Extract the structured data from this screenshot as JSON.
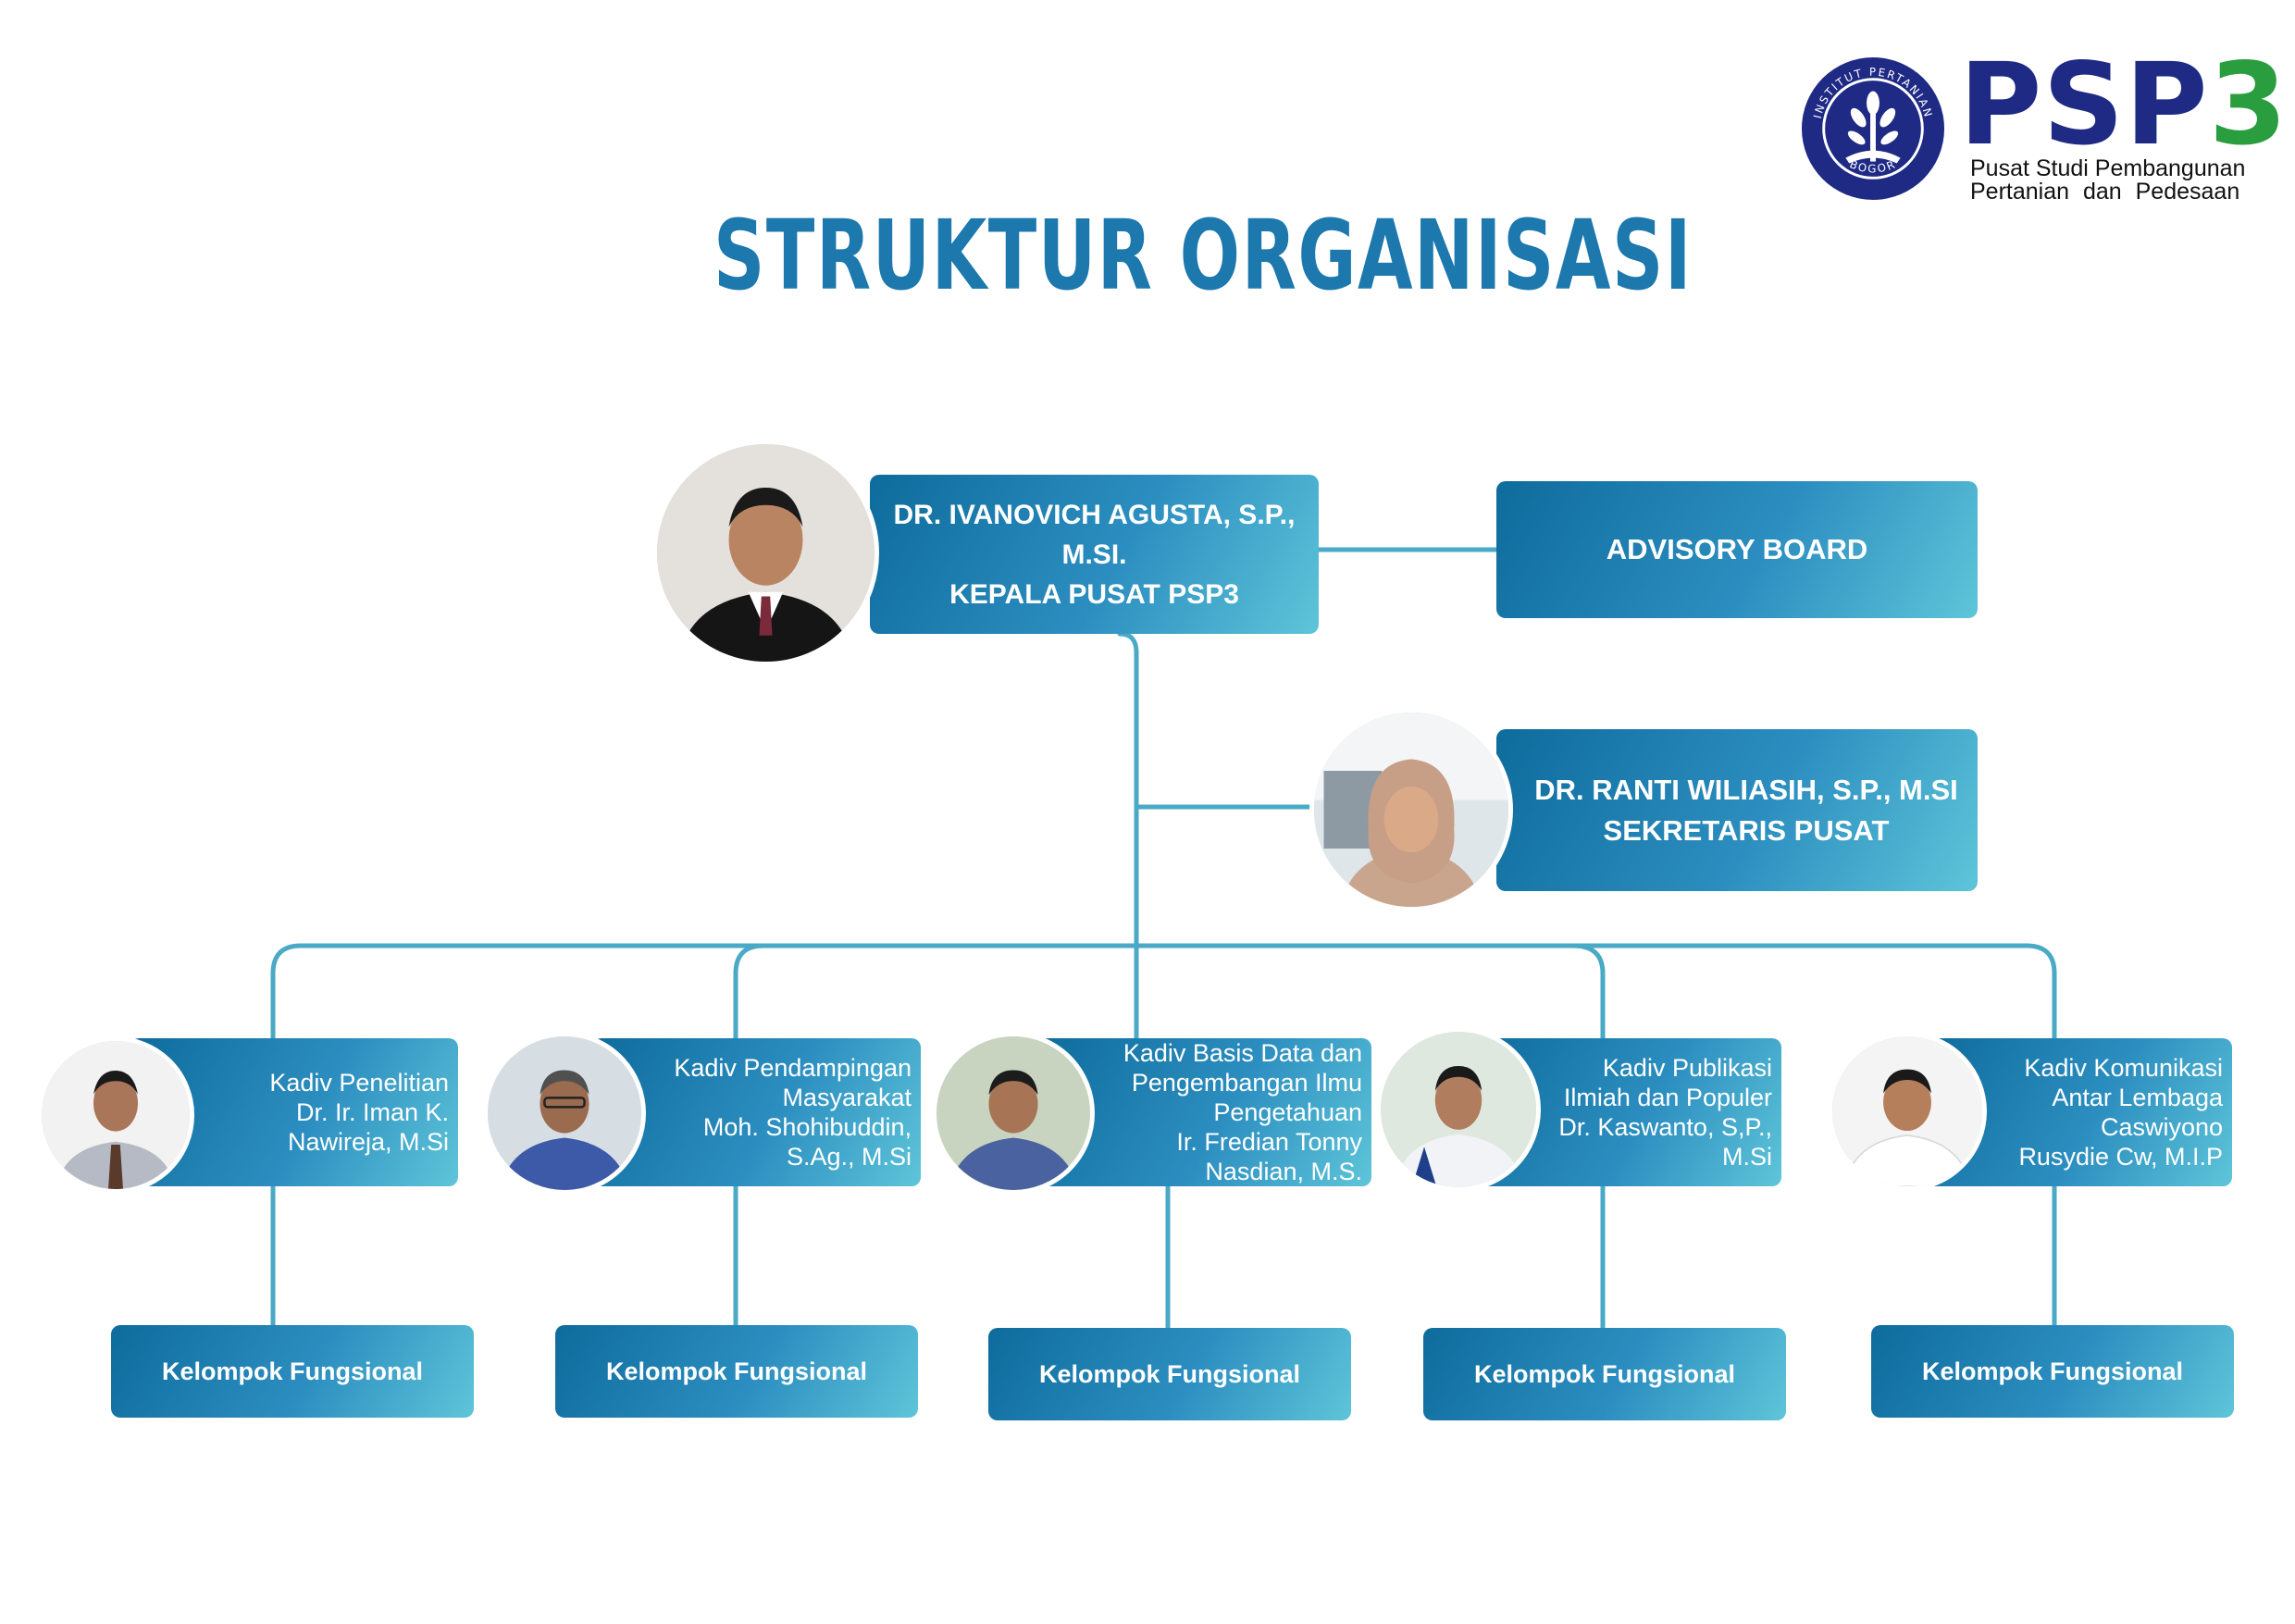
{
  "logo": {
    "seal_text_top": "INSTITUT PERTANIAN",
    "seal_text_bottom": "BOGOR",
    "name_main": "PSP",
    "name_digit": "3",
    "subtitle_line1": "Pusat Studi Pembangunan",
    "subtitle_line2": "Pertanian dan Pedesaan"
  },
  "title": "STRUKTUR ORGANISASI",
  "head": {
    "line1": "DR. IVANOVICH AGUSTA, S.P.,",
    "line2": "M.SI.",
    "line3": "KEPALA PUSAT PSP3"
  },
  "advisory": "ADVISORY BOARD",
  "secretary": {
    "line1": "DR. RANTI WILIASIH, S.P., M.SI",
    "line2": "SEKRETARIS PUSAT"
  },
  "divisions": [
    {
      "lines": [
        "Kadiv Penelitian",
        "Dr. Ir. Iman K.",
        "Nawireja, M.Si"
      ]
    },
    {
      "lines": [
        "Kadiv Pendampingan",
        "Masyarakat",
        "Moh. Shohibuddin,",
        "S.Ag., M.Si"
      ]
    },
    {
      "lines": [
        "Kadiv Basis Data dan",
        "Pengembangan Ilmu",
        "Pengetahuan",
        "Ir. Fredian Tonny",
        "Nasdian, M.S."
      ]
    },
    {
      "lines": [
        "Kadiv Publikasi",
        "Ilmiah dan Populer",
        "Dr. Kaswanto, S,P.,",
        "M.Si"
      ]
    },
    {
      "lines": [
        "Kadiv Komunikasi",
        "Antar Lembaga",
        "Caswiyono",
        "Rusydie Cw, M.I.P"
      ]
    }
  ],
  "groups": [
    "Kelompok Fungsional",
    "Kelompok Fungsional",
    "Kelompok Fungsional",
    "Kelompok Fungsional",
    "Kelompok Fungsional"
  ],
  "colors": {
    "title": "#1c78ad",
    "connector": "#4aa9c6",
    "box_gradient_start": "#0e6c9c",
    "box_gradient_end": "#5ec5d9",
    "logo_blue": "#1f2a85",
    "logo_green": "#2a9e3f"
  }
}
